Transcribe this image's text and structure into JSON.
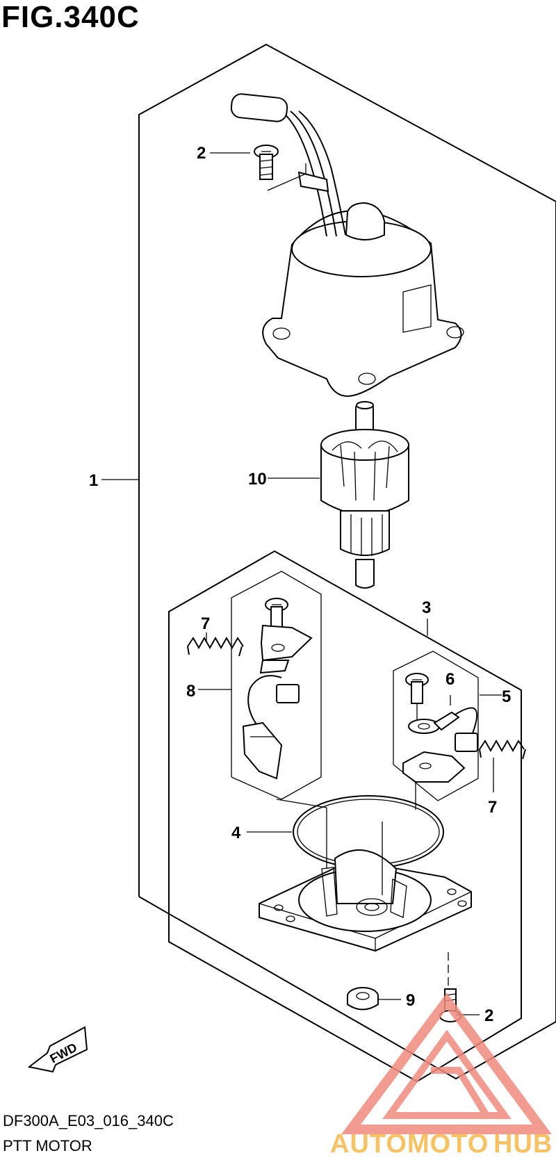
{
  "figure": {
    "title": "FIG.340C",
    "code": "DF300A_E03_016_340C",
    "name": "PTT MOTOR"
  },
  "callouts": [
    {
      "id": "c1",
      "label": "1"
    },
    {
      "id": "c2a",
      "label": "2"
    },
    {
      "id": "c2b",
      "label": "2"
    },
    {
      "id": "c3",
      "label": "3"
    },
    {
      "id": "c4",
      "label": "4"
    },
    {
      "id": "c5",
      "label": "5"
    },
    {
      "id": "c6",
      "label": "6"
    },
    {
      "id": "c7a",
      "label": "7"
    },
    {
      "id": "c7b",
      "label": "7"
    },
    {
      "id": "c8",
      "label": "8"
    },
    {
      "id": "c9",
      "label": "9"
    },
    {
      "id": "c10",
      "label": "10"
    }
  ],
  "fwd_label": "FWD",
  "watermark": {
    "text_part1": "AUTOMOTO",
    "text_part2": "HUB",
    "color_main": "#f08a7e",
    "color_accent": "#f5b84a"
  }
}
